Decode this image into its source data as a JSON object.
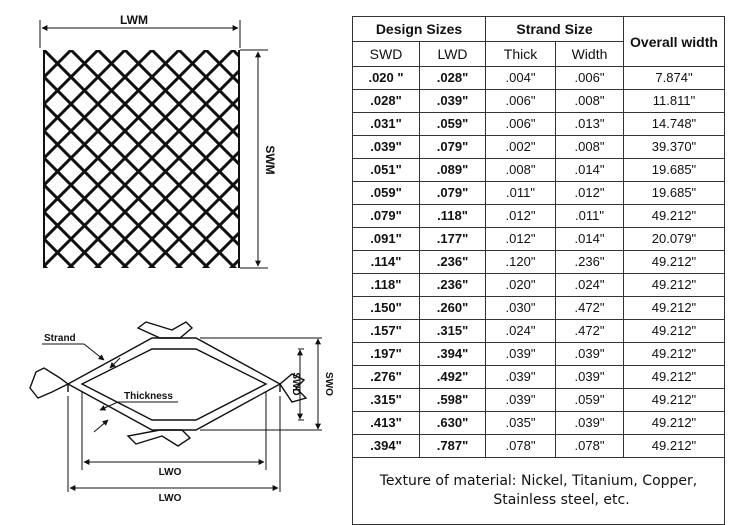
{
  "diagram": {
    "top_label_width": "LWM",
    "top_label_height": "SWM",
    "label_strand": "Strand",
    "label_thickness": "Thickness",
    "label_swo": "SWO",
    "label_swd": "SWD",
    "label_lwo": "LWO",
    "label_lwd": "LWO"
  },
  "table": {
    "headers": {
      "design_sizes": "Design Sizes",
      "strand_size": "Strand Size",
      "overall_width": "Overall width"
    },
    "subheaders": [
      "SWD",
      "LWD",
      "Thick",
      "Width"
    ],
    "rows": [
      [
        ".020 \"",
        ".028\"",
        ".004\"",
        ".006\"",
        "7.874\""
      ],
      [
        ".028\"",
        ".039\"",
        ".006\"",
        ".008\"",
        "11.811\""
      ],
      [
        ".031\"",
        ".059\"",
        ".006\"",
        ".013\"",
        "14.748\""
      ],
      [
        ".039\"",
        ".079\"",
        ".002\"",
        ".008\"",
        "39.370\""
      ],
      [
        ".051\"",
        ".089\"",
        ".008\"",
        ".014\"",
        "19.685\""
      ],
      [
        ".059\"",
        ".079\"",
        ".011\"",
        ".012\"",
        "19.685\""
      ],
      [
        ".079\"",
        ".118\"",
        ".012\"",
        ".011\"",
        "49.212\""
      ],
      [
        ".091\"",
        ".177\"",
        ".012\"",
        ".014\"",
        "20.079\""
      ],
      [
        ".114\"",
        ".236\"",
        ".120\"",
        ".236\"",
        "49.212\""
      ],
      [
        ".118\"",
        ".236\"",
        ".020\"",
        ".024\"",
        "49.212\""
      ],
      [
        ".150\"",
        ".260\"",
        ".030\"",
        ".472\"",
        "49.212\""
      ],
      [
        ".157\"",
        ".315\"",
        ".024\"",
        ".472\"",
        "49.212\""
      ],
      [
        ".197\"",
        ".394\"",
        ".039\"",
        ".039\"",
        "49.212\""
      ],
      [
        ".276\"",
        ".492\"",
        ".039\"",
        ".039\"",
        "49.212\""
      ],
      [
        ".315\"",
        ".598\"",
        ".039\"",
        ".059\"",
        "49.212\""
      ],
      [
        ".413\"",
        ".630\"",
        ".035\"",
        ".039\"",
        "49.212\""
      ],
      [
        ".394\"",
        ".787\"",
        ".078\"",
        ".078\"",
        "49.212\""
      ]
    ],
    "note_line1": "Texture of material: Nickel, Titanium, Copper,",
    "note_line2": "Stainless steel, etc."
  }
}
